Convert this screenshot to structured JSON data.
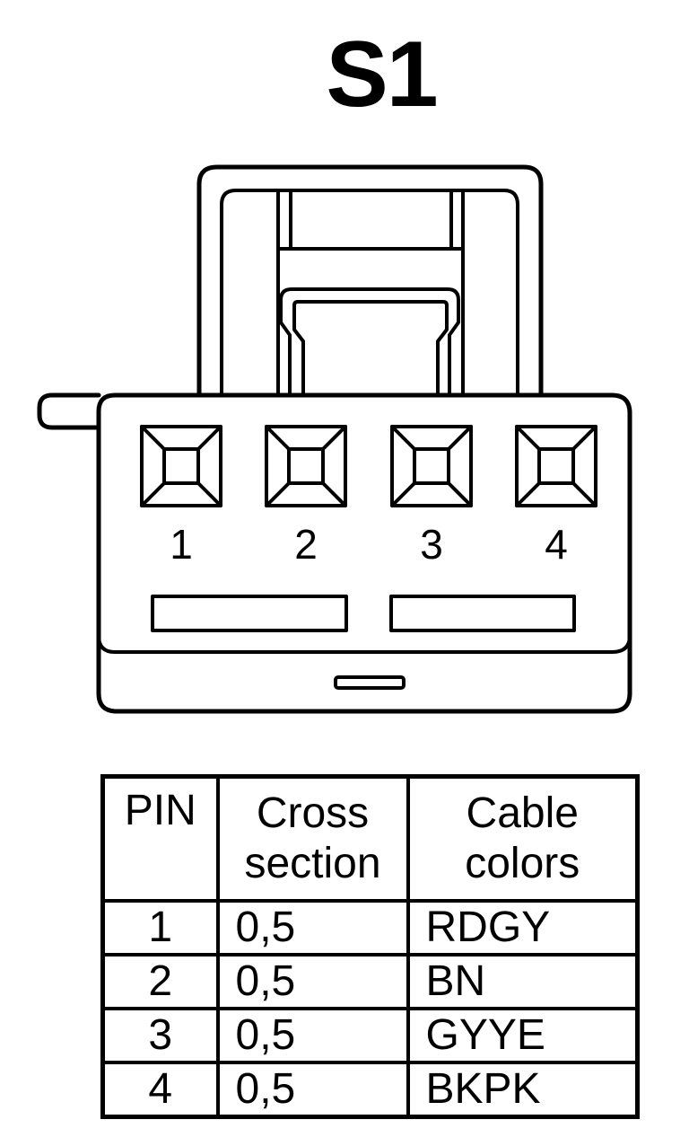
{
  "title": "S1",
  "connector": {
    "pin_numbers": [
      "1",
      "2",
      "3",
      "4"
    ]
  },
  "table": {
    "headers": {
      "pin": "PIN",
      "cross_section_line1": "Cross",
      "cross_section_line2": "section",
      "cable_colors_line1": "Cable",
      "cable_colors_line2": "colors"
    },
    "rows": [
      {
        "pin": "1",
        "cross_section": "0,5",
        "colors": "RDGY"
      },
      {
        "pin": "2",
        "cross_section": "0,5",
        "colors": "BN"
      },
      {
        "pin": "3",
        "cross_section": "0,5",
        "colors": "GYYE"
      },
      {
        "pin": "4",
        "cross_section": "0,5",
        "colors": "BKPK"
      }
    ]
  }
}
